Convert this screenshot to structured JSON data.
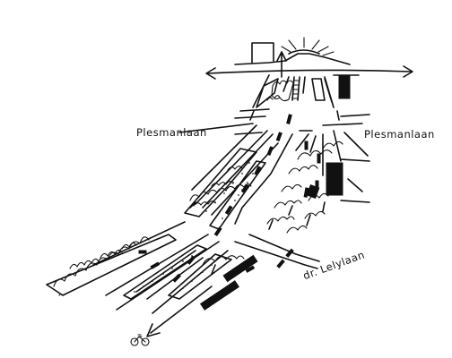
{
  "labels": {
    "street_left": "Plesmanlaan",
    "street_right": "Plesmanlaan",
    "street_bottom": "dr. Lelylaan"
  },
  "icons": {
    "bicycle": "bicycle-icon",
    "sun": "sun-icon"
  },
  "colors": {
    "ink": "#111111",
    "paper": "#ffffff"
  }
}
